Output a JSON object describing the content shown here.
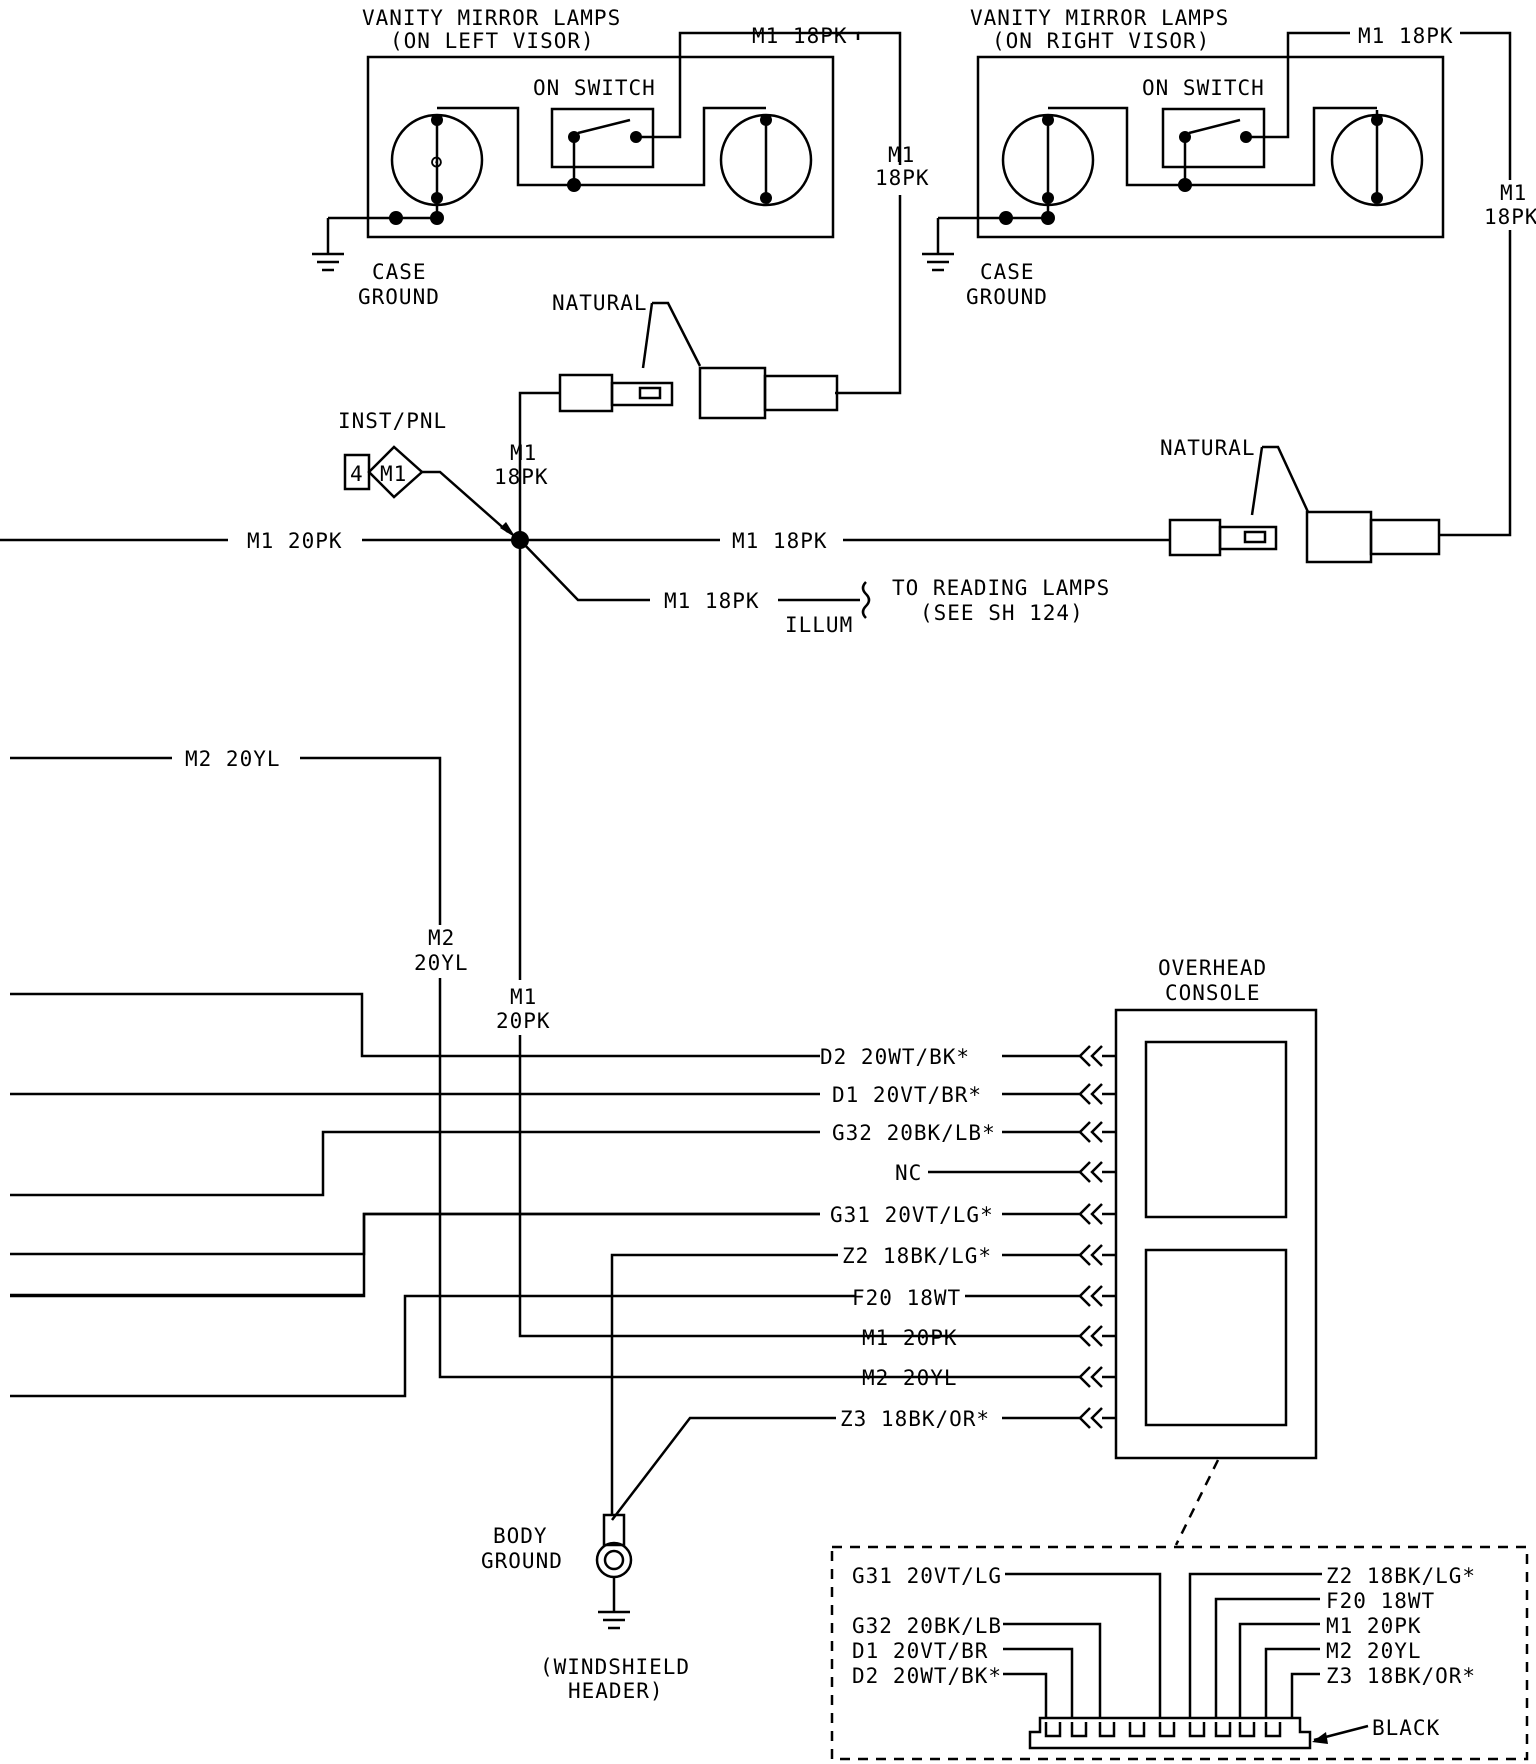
{
  "left_vanity": {
    "title_1": "VANITY MIRROR LAMPS",
    "title_2": "(ON LEFT VISOR)",
    "switch_label": "ON SWITCH",
    "wire_top": "M1 18PK",
    "wire_v1": "M1",
    "wire_v2": "18PK",
    "ground_1": "CASE",
    "ground_2": "GROUND",
    "natural": "NATURAL"
  },
  "right_vanity": {
    "title_1": "VANITY MIRROR LAMPS",
    "title_2": "(ON RIGHT VISOR)",
    "switch_label": "ON SWITCH",
    "wire_top": "M1 18PK",
    "wire_v1": "M1",
    "wire_v2": "18PK",
    "ground_1": "CASE",
    "ground_2": "GROUND",
    "natural": "NATURAL"
  },
  "splice": {
    "label": "INST/PNL",
    "pin": "4",
    "id": "M1",
    "wire_up_1": "M1",
    "wire_up_2": "18PK",
    "wire_left": "M1 20PK",
    "wire_right": "M1 18PK",
    "wire_reading": "M1 18PK",
    "illum": "ILLUM",
    "reading_1": "TO READING LAMPS",
    "reading_2": "(SEE SH 124)",
    "wire_down_1": "M1",
    "wire_down_2": "20PK"
  },
  "m2": {
    "wire_h": "M2 20YL",
    "wire_v1": "M2",
    "wire_v2": "20YL"
  },
  "console": {
    "title_1": "OVERHEAD",
    "title_2": "CONSOLE",
    "wires": [
      "D2 20WT/BK*",
      "D1 20VT/BR*",
      "G32 20BK/LB*",
      "NC",
      "G31 20VT/LG*",
      "Z2 18BK/LG*",
      "F20 18WT",
      "M1 20PK",
      "M2 20YL",
      "Z3 18BK/OR*"
    ]
  },
  "body_ground": {
    "label_1": "BODY",
    "label_2": "GROUND",
    "note_1": "(WINDSHIELD",
    "note_2": "HEADER)"
  },
  "connector": {
    "left_labels": [
      "G31 20VT/LG",
      "G32 20BK/LB",
      "D1 20VT/BR",
      "D2 20WT/BK*"
    ],
    "right_labels": [
      "Z2 18BK/LG*",
      "F20 18WT",
      "M1 20PK",
      "M2 20YL",
      "Z3 18BK/OR*"
    ],
    "color": "BLACK"
  }
}
